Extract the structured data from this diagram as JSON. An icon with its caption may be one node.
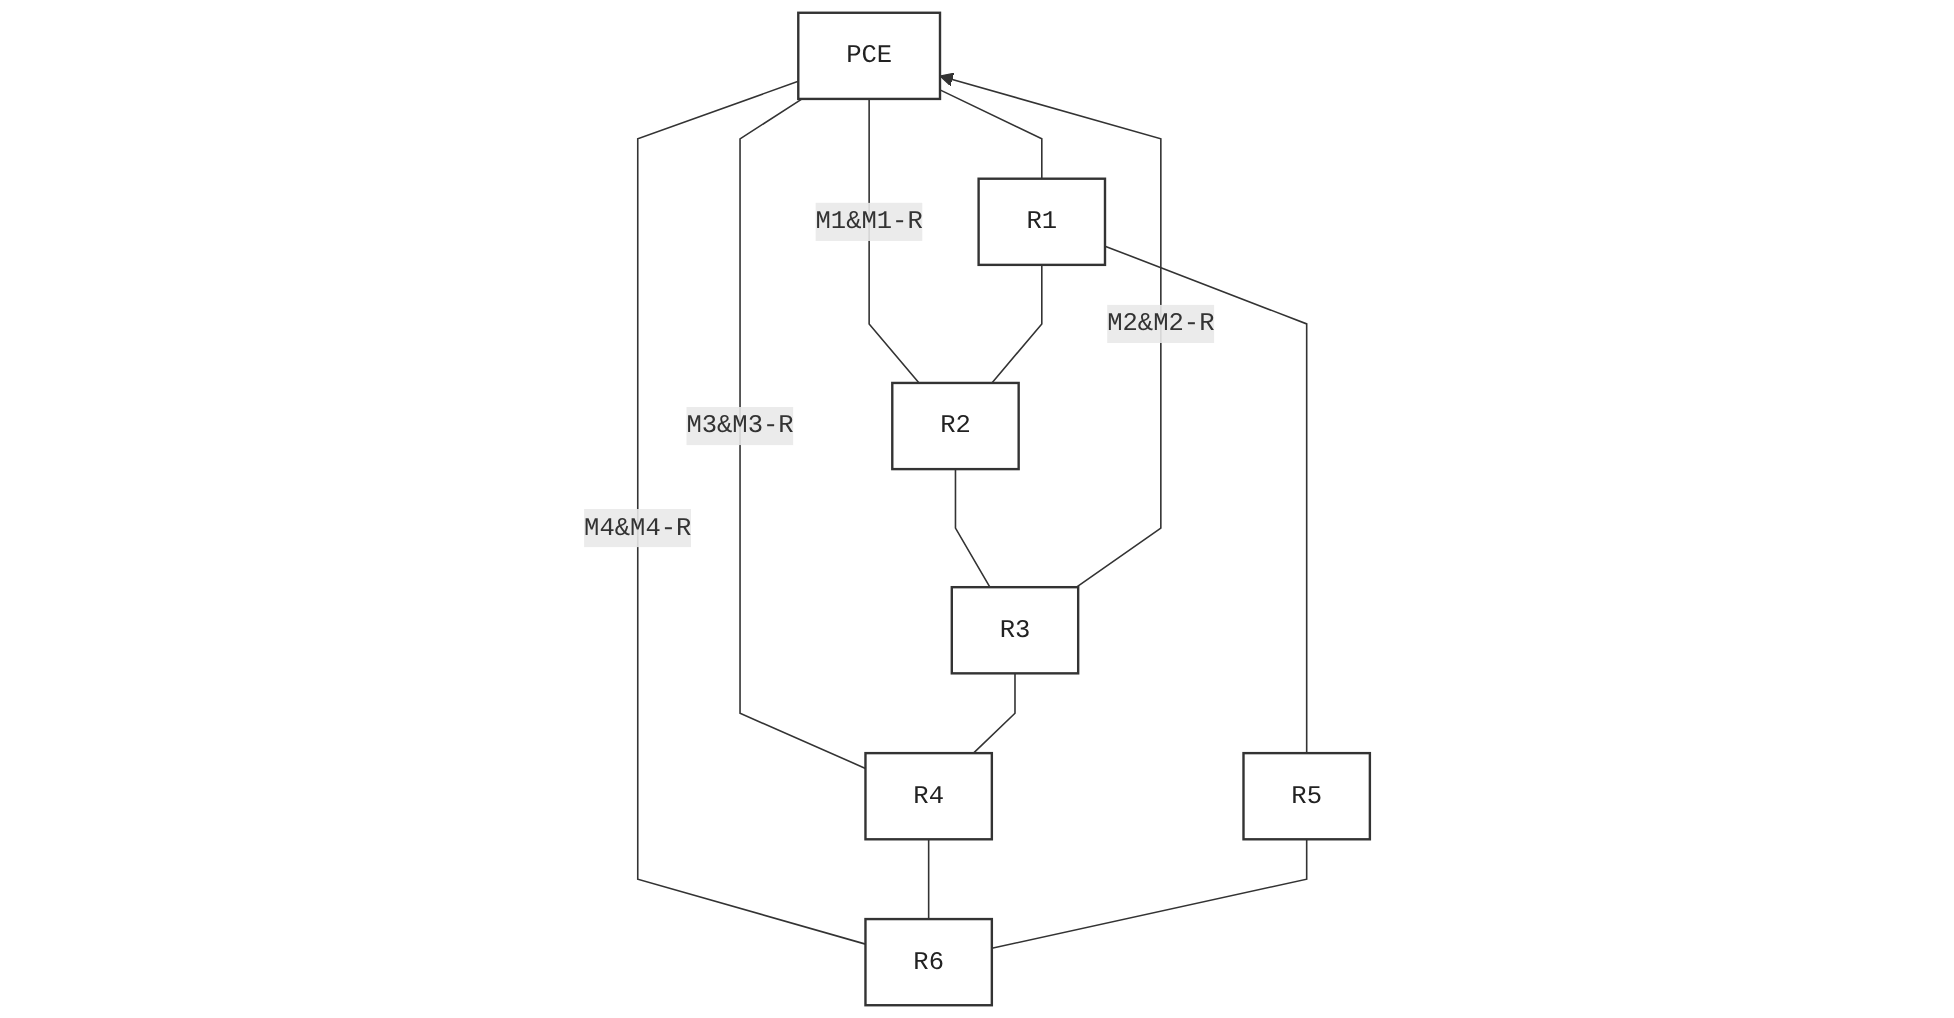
{
  "diagram": {
    "nodes": [
      {
        "text": [
          "PCE"
        ]
      },
      {
        "text": [
          "R2"
        ]
      },
      {
        "text": [
          "R3"
        ]
      },
      {
        "text": [
          "R4"
        ]
      },
      {
        "text": [
          "R1"
        ]
      },
      {
        "text": [
          "R5"
        ]
      },
      {
        "text": [
          "R6"
        ]
      }
    ],
    "edges": [
      {
        "from": 0,
        "to": 1,
        "arrow": "none",
        "label": "M1&M1-R"
      },
      {
        "from": 2,
        "to": 0,
        "arrow": "to",
        "label": "M2&M2-R"
      },
      {
        "from": 0,
        "to": 3,
        "arrow": "none",
        "label": "M3&M3-R"
      },
      {
        "from": 0,
        "to": 6,
        "arrow": "none",
        "label": "M4&M4-R"
      },
      {
        "from": 0,
        "to": 4,
        "arrow": "none"
      },
      {
        "from": 4,
        "to": 1,
        "arrow": "none"
      },
      {
        "from": 1,
        "to": 2,
        "arrow": "none"
      },
      {
        "from": 2,
        "to": 3,
        "arrow": "none"
      },
      {
        "from": 3,
        "to": 6,
        "arrow": "none"
      },
      {
        "from": 4,
        "to": 5,
        "arrow": "none"
      },
      {
        "from": 5,
        "to": 6,
        "arrow": "none"
      }
    ]
  }
}
